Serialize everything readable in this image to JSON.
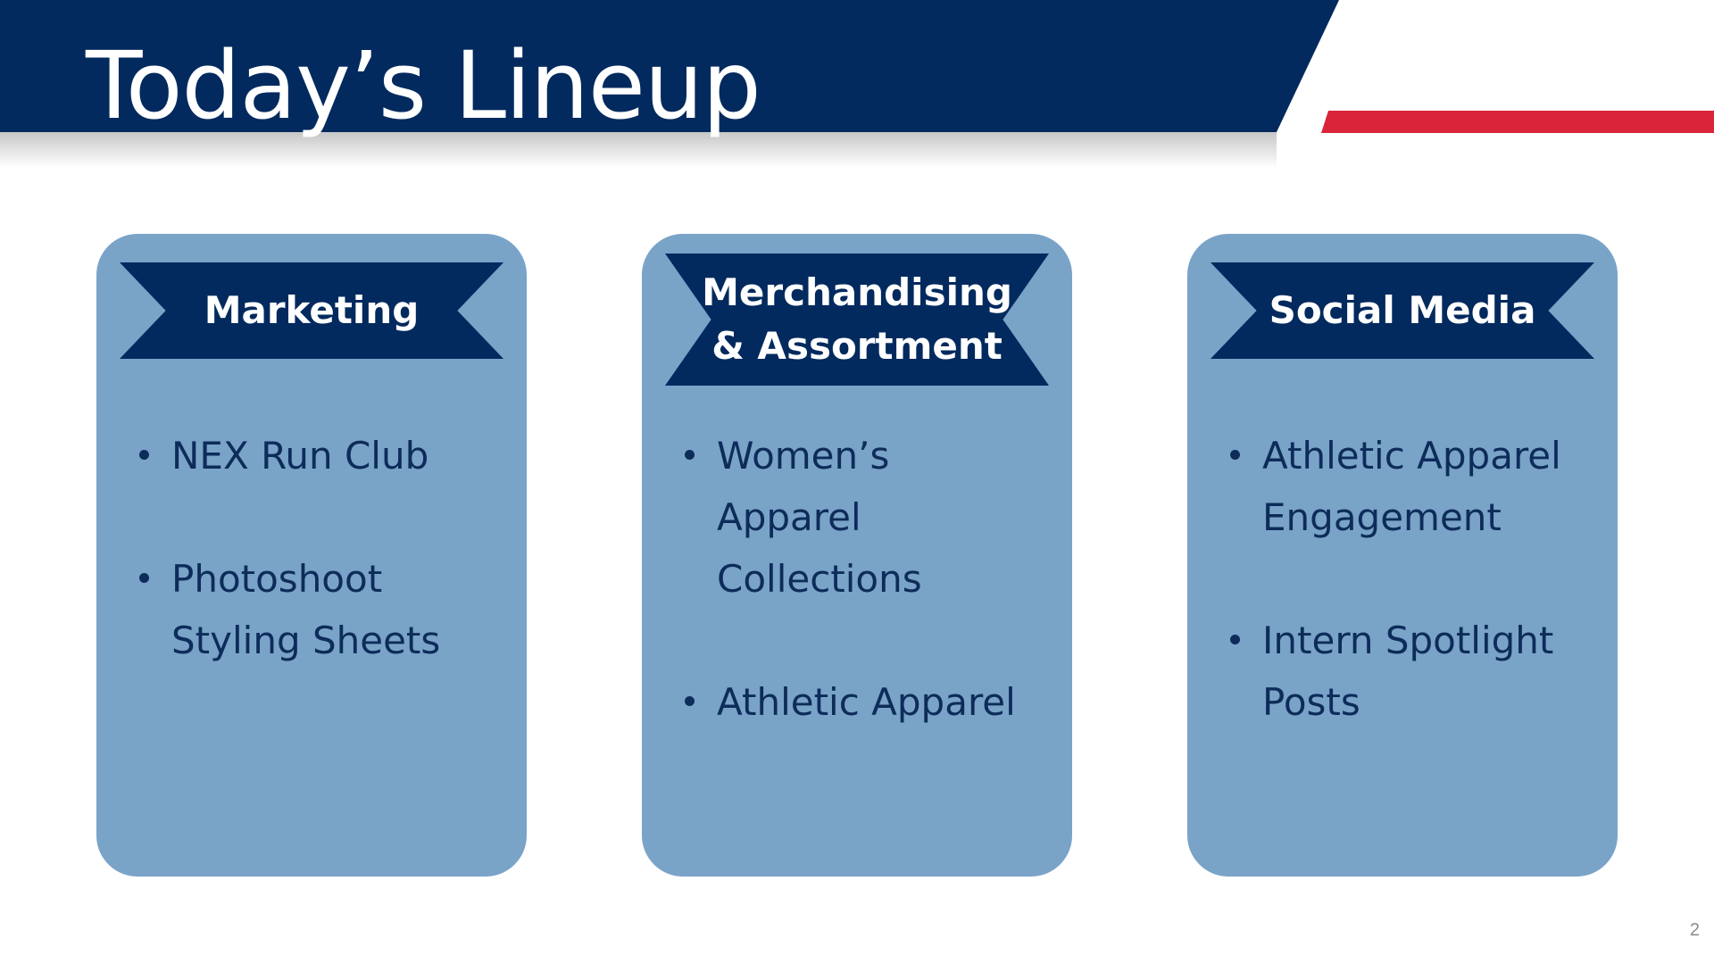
{
  "slide": {
    "title": "Today’s Lineup",
    "page_number": "2",
    "colors": {
      "header_navy": "#022a5e",
      "accent_red": "#d9243a",
      "card_blue": "#7aa3c8",
      "text_navy": "#0d2c5a"
    }
  },
  "cards": [
    {
      "heading": "Marketing",
      "bullets": [
        "NEX Run Club",
        "Photoshoot Styling Sheets"
      ]
    },
    {
      "heading": "Merchandising & Assortment",
      "bullets": [
        "Women’s Apparel Collections",
        "Athletic Apparel"
      ]
    },
    {
      "heading": "Social Media",
      "bullets": [
        "Athletic Apparel Engagement",
        "Intern Spotlight Posts"
      ]
    }
  ]
}
